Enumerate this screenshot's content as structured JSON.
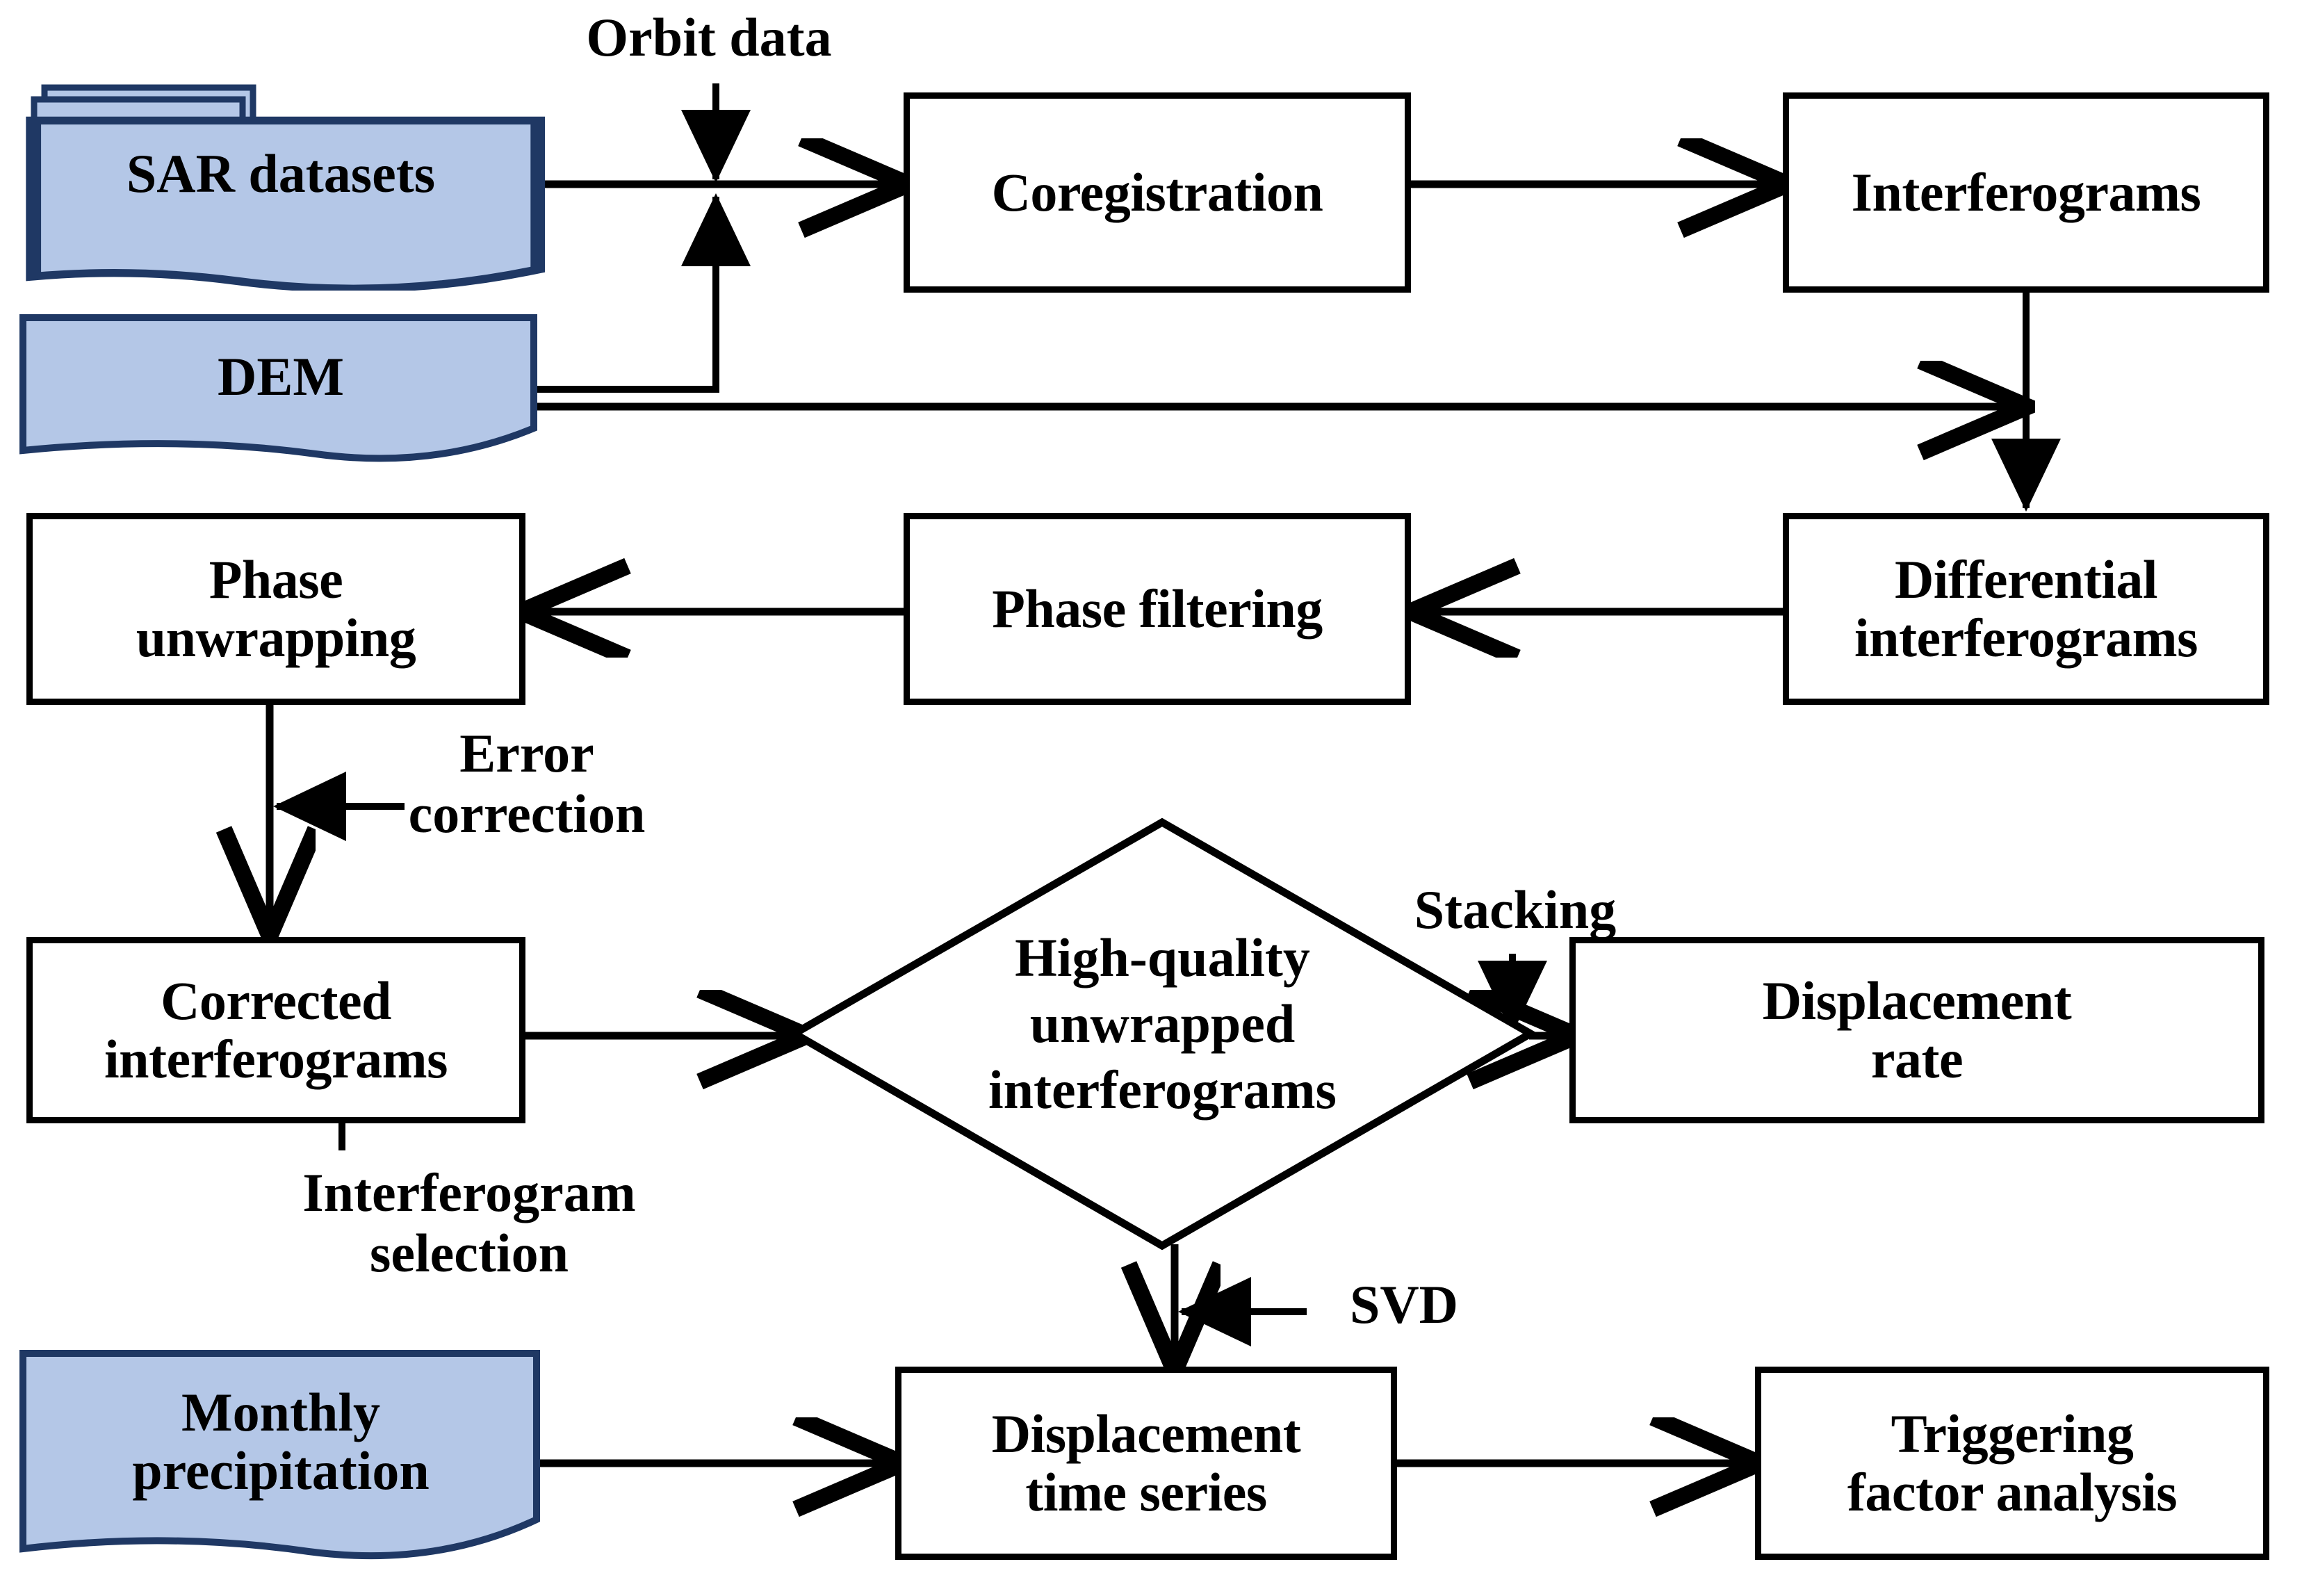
{
  "diagram": {
    "title": "InSAR time-series processing flowchart",
    "colors": {
      "data_shape_fill": "#b4c7e7",
      "data_shape_border": "#1f3864",
      "process_box_fill": "#ffffff",
      "process_box_border": "#000000",
      "connector": "#000000",
      "background": "#ffffff"
    }
  },
  "nodes": {
    "sar_datasets": {
      "label": "SAR datasets",
      "shape": "stacked-document",
      "fill": "#b4c7e7"
    },
    "dem": {
      "label": "DEM",
      "shape": "document",
      "fill": "#b4c7e7"
    },
    "coregistration": {
      "label": "Coregistration",
      "shape": "process",
      "fill": "#ffffff"
    },
    "interferograms": {
      "label": "Interferograms",
      "shape": "process",
      "fill": "#ffffff"
    },
    "differential_interferograms": {
      "label": "Differential\ninterferograms",
      "shape": "process",
      "fill": "#ffffff"
    },
    "phase_filtering": {
      "label": "Phase filtering",
      "shape": "process",
      "fill": "#ffffff"
    },
    "phase_unwrapping": {
      "label": "Phase\nunwrapping",
      "shape": "process",
      "fill": "#ffffff"
    },
    "corrected_interferograms": {
      "label": "Corrected\ninterferograms",
      "shape": "process",
      "fill": "#ffffff"
    },
    "high_quality_unwrapped": {
      "label": "High-quality\nunwrapped\ninterferograms",
      "shape": "decision-diamond",
      "fill": "#ffffff"
    },
    "displacement_rate": {
      "label": "Displacement\nrate",
      "shape": "process",
      "fill": "#ffffff"
    },
    "displacement_time_series": {
      "label": "Displacement\ntime series",
      "shape": "process",
      "fill": "#ffffff"
    },
    "triggering_factor_analysis": {
      "label": "Triggering\nfactor analysis",
      "shape": "process",
      "fill": "#ffffff"
    },
    "monthly_precipitation": {
      "label": "Monthly\nprecipitation",
      "shape": "document",
      "fill": "#b4c7e7"
    }
  },
  "annotations": {
    "orbit_data": "Orbit data",
    "error_correction": "Error\ncorrection",
    "interferogram_selection": "Interferogram\nselection",
    "stacking": "Stacking",
    "svd": "SVD"
  },
  "edges": [
    {
      "from": "sar_datasets",
      "to": "coregistration",
      "label": ""
    },
    {
      "from": "orbit_data",
      "to": "coregistration",
      "label": "Orbit data"
    },
    {
      "from": "dem",
      "to": "coregistration",
      "label": ""
    },
    {
      "from": "coregistration",
      "to": "interferograms",
      "label": ""
    },
    {
      "from": "dem",
      "to": "differential_interferograms",
      "label": ""
    },
    {
      "from": "interferograms",
      "to": "differential_interferograms",
      "label": ""
    },
    {
      "from": "differential_interferograms",
      "to": "phase_filtering",
      "label": ""
    },
    {
      "from": "phase_filtering",
      "to": "phase_unwrapping",
      "label": ""
    },
    {
      "from": "phase_unwrapping",
      "to": "corrected_interferograms",
      "label": "Error correction"
    },
    {
      "from": "corrected_interferograms",
      "to": "high_quality_unwrapped",
      "label": "Interferogram selection"
    },
    {
      "from": "high_quality_unwrapped",
      "to": "displacement_rate",
      "label": "Stacking"
    },
    {
      "from": "high_quality_unwrapped",
      "to": "displacement_time_series",
      "label": "SVD"
    },
    {
      "from": "monthly_precipitation",
      "to": "displacement_time_series",
      "label": ""
    },
    {
      "from": "displacement_time_series",
      "to": "triggering_factor_analysis",
      "label": ""
    }
  ]
}
